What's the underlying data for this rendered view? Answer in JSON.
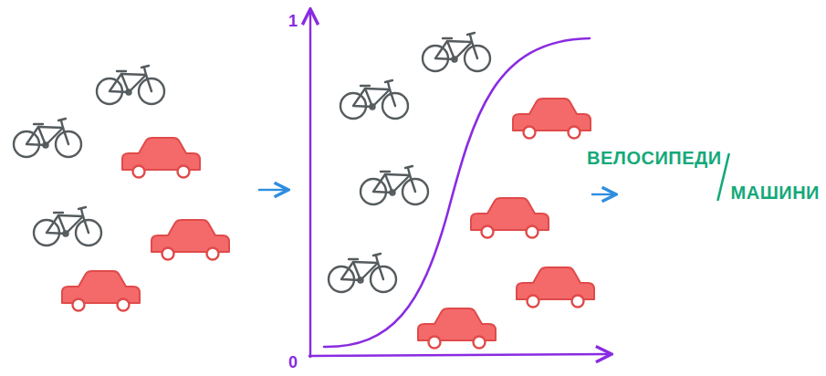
{
  "diagram": {
    "labels": [
      "1",
      "0",
      "ВЕЛОСИПЕДИ",
      "МАШИНИ"
    ]
  }
}
